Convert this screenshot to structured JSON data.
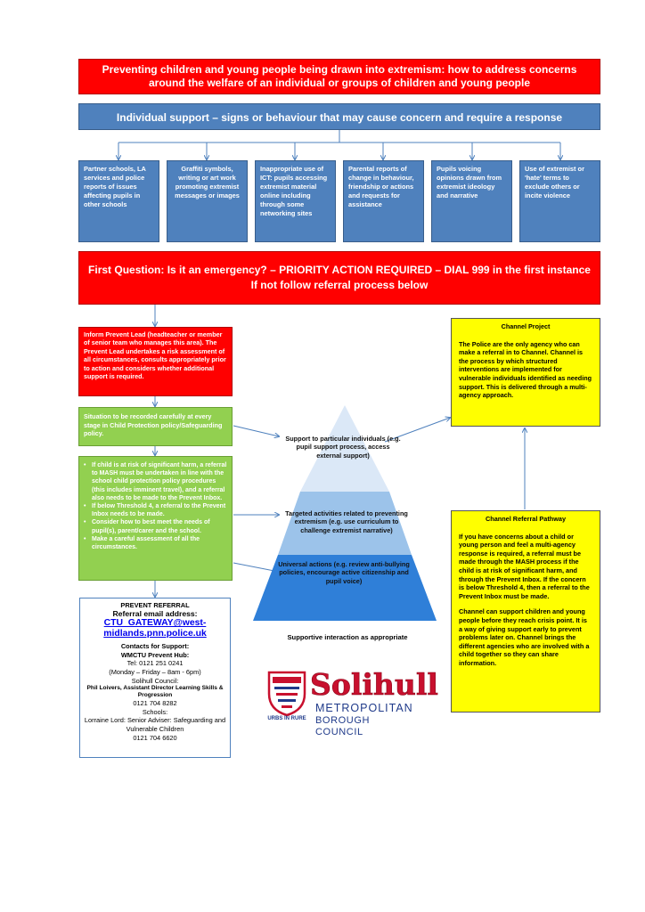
{
  "title": "Preventing children and young people being drawn into extremism:  how to address concerns around the welfare of an individual or groups of children and young people",
  "individual_support": "Individual support – signs or behaviour that may cause concern and require a response",
  "signs": [
    "Partner schools, LA services and police reports of issues affecting pupils in other schools",
    "Graffiti symbols, writing or art work promoting extremist messages or images",
    "Inappropriate use of ICT: pupils accessing extremist material online including through some networking sites",
    "Parental reports of change in behaviour, friendship or actions and requests for assistance",
    "Pupils voicing opinions drawn from extremist ideology and narrative",
    "Use of extremist or 'hate' terms to exclude others or incite violence"
  ],
  "emergency": {
    "line1": "First Question: Is it an emergency? – PRIORITY ACTION REQUIRED – DIAL 999 in the first instance",
    "line2": "If not follow referral process below"
  },
  "inform_lead": "Inform Prevent Lead (headteacher or member of senior team who manages this area).  The Prevent Lead undertakes a risk assessment of all circumstances, consults appropriately prior to action and considers whether additional support is required.",
  "record": "Situation to be recorded carefully at every stage in Child Protection policy/Safeguarding policy.",
  "risk_points": [
    "If child is at risk of significant harm, a referral to MASH must be undertaken in line with the school child protection policy procedures (this includes imminent travel), and a referral also needs to be made to the Prevent Inbox.",
    "If below Threshold 4, a referral to the Prevent Inbox needs to be made.",
    "Consider how to best meet the needs of pupil(s), parent/carer and the school.",
    "Make a careful assessment of all the circumstances."
  ],
  "referral": {
    "heading": "PREVENT REFERRAL",
    "email_label": "Referral email address:",
    "email": "CTU_GATEWAY@west-midlands.pnn.police.uk",
    "contacts_heading": "Contacts for Support:",
    "hub_name": "WMCTU Prevent Hub:",
    "hub_tel": "Tel: 0121 251 0241",
    "hub_hours": "(Monday – Friday – 8am - 6pm)",
    "council": "Solihull Council:",
    "director": "Phil Loivers, Assistant Director Learning Skills & Progression",
    "director_tel": "0121 704 8282",
    "schools": "Schools:",
    "adviser": "Lorraine Lord: Senior Adviser: Safeguarding and Vulnerable Children",
    "adviser_tel": "0121 704 6620"
  },
  "pyramid": {
    "top": "Support to particular individuals (e.g. pupil support process, access external support)",
    "middle": "Targeted activities related to preventing extremism (e.g. use curriculum to challenge extremist narrative)",
    "bottom": "Universal actions (e.g. review anti-bullying policies, encourage active citizenship and pupil voice)",
    "caption": "Supportive interaction as appropriate"
  },
  "channel_project": {
    "heading": "Channel Project",
    "body": "The Police are the only agency who can make a referral in to Channel.  Channel is the process by which structured interventions are implemented for vulnerable individuals identified as needing support. This is delivered through a multi-agency approach."
  },
  "channel_pathway": {
    "heading": "Channel Referral Pathway",
    "p1": "If you have concerns about a child or young person and feel a multi-agency response is required, a referral must be made through the MASH process if the child is at risk of significant harm, and through the Prevent Inbox.  If the concern is below Threshold 4, then a referral to the Prevent Inbox must be made.",
    "p2": "Channel can support children and young people before they reach crisis point. It is a way of giving support early to prevent problems later on.  Channel brings the different agencies who are involved with a child together so they can share information."
  },
  "logo": {
    "name": "Solihull",
    "line2": "METROPOLITAN",
    "line3": "BOROUGH COUNCIL",
    "motto": "URBS IN RURE"
  },
  "colors": {
    "red": "#ff0000",
    "blue": "#4f81bd",
    "green": "#92d050",
    "yellow": "#ffff00",
    "pyramid_top": "#dbe8f7",
    "pyramid_mid": "#9cc3ea",
    "pyramid_bottom": "#2f7fd8"
  }
}
